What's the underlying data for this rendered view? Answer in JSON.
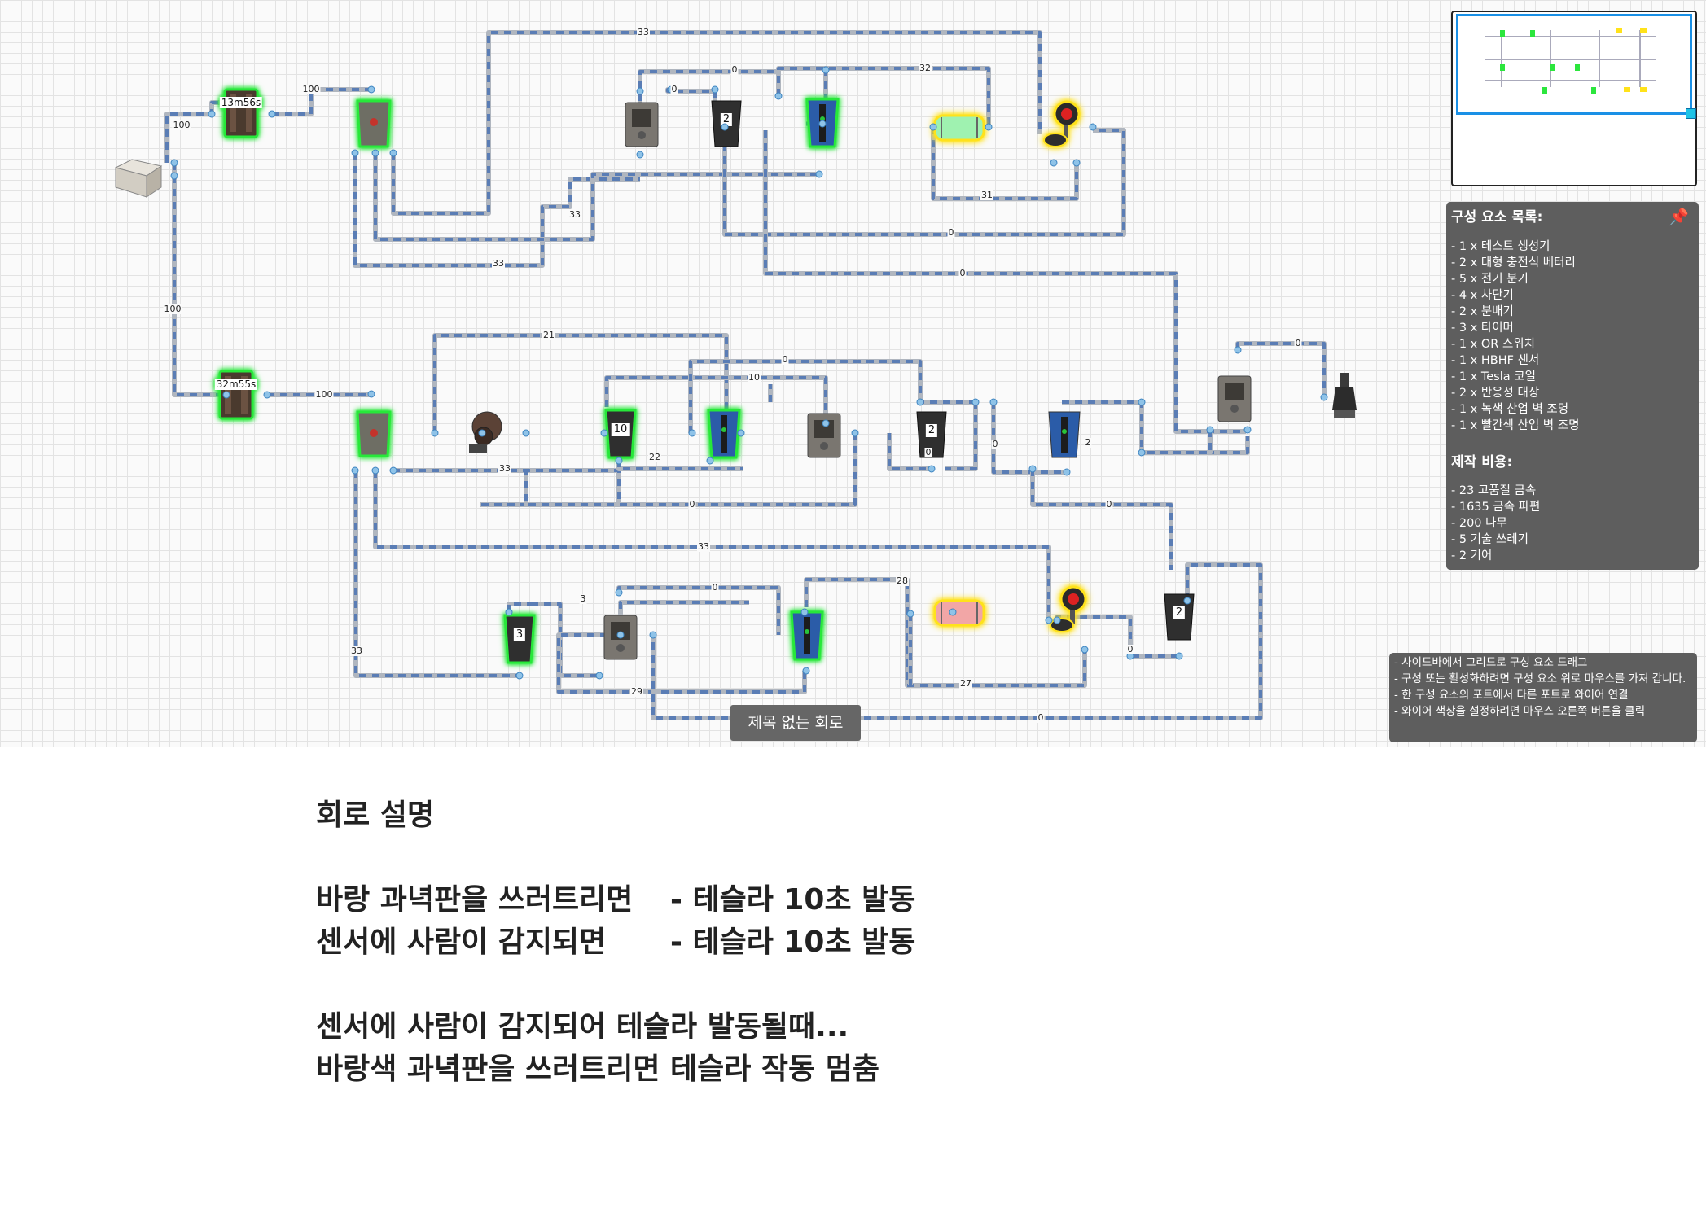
{
  "canvas": {
    "wire_labels": [
      "100",
      "100",
      "100",
      "100",
      "33",
      "0",
      "32",
      "0",
      "33",
      "33",
      "31",
      "0",
      "0",
      "0",
      "21",
      "10",
      "0",
      "22",
      "33",
      "0",
      "0",
      "2",
      "0",
      "0",
      "33",
      "3",
      "0",
      "28",
      "33",
      "29",
      "27",
      "0",
      "0"
    ],
    "timers": [
      "13m56s",
      "32m55s"
    ],
    "badges": [
      "2",
      "10",
      "2",
      "3",
      "2"
    ]
  },
  "components_panel": {
    "title": "구성 요소 목록:",
    "items": [
      "- 1 x 테스트 생성기",
      "- 2 x 대형 충전식 베터리",
      "- 5 x 전기 분기",
      "- 4 x 차단기",
      "- 2 x 분배기",
      "- 3 x 타이머",
      "- 1 x OR 스위치",
      "- 1 x HBHF 센서",
      "- 1 x Tesla 코일",
      "- 2 x 반응성 대상",
      "- 1 x 녹색 산업 벽 조명",
      "- 1 x 빨간색 산업 벽 조명"
    ],
    "cost_title": "제작 비용:",
    "costs": [
      "- 23 고품질 금속",
      "- 1635 금속 파편",
      "- 200 나무",
      "- 5 기술 쓰레기",
      "- 2 기어"
    ]
  },
  "hints": [
    "- 사이드바에서 그리드로 구성 요소 드래그",
    "- 구성 또는 활성화하려면 구성 요소 위로 마우스를 가져 갑니다.",
    "- 한 구성 요소의 포트에서 다른 포트로 와이어 연결",
    "- 와이어 색상을 설정하려면 마우스 오른쪽 버튼을 클릭"
  ],
  "circuit_title": "제목 없는 회로",
  "description": {
    "heading": "회로 설명",
    "line1_a": "바랑 과녁판을 쓰러트리면",
    "line1_b": "- 테슬라 10초 발동",
    "line2_a": "센서에 사람이 감지되면",
    "line2_b": "- 테슬라 10초 발동",
    "line3": "센서에 사람이 감지되어 테슬라 발동될때...",
    "line4": "바랑색 과녁판을 쓰러트리면 테슬라 작동 멈춤"
  },
  "colors": {
    "wire": "#5a7db5",
    "active_glow": "#27e83a",
    "target_glow": "#ffe21a",
    "panel": "#5e5e5e"
  },
  "icons": [
    "pin-icon"
  ]
}
